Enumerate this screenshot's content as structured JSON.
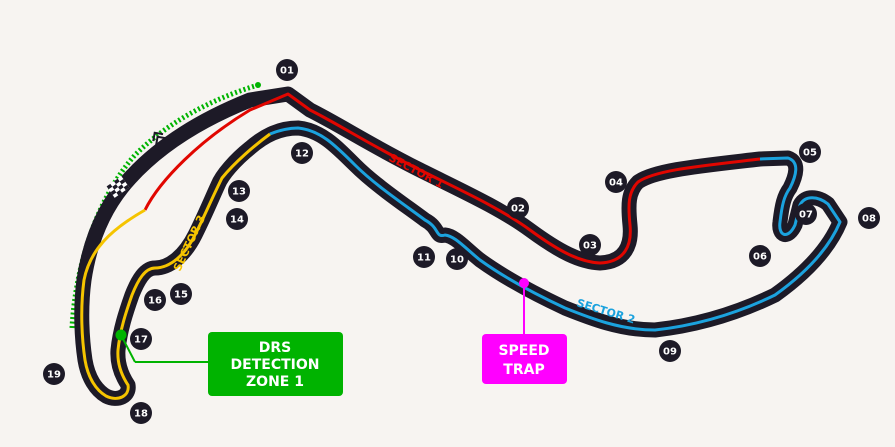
{
  "circuit": {
    "colors": {
      "background": "#f7f4f1",
      "track": "#1d1a27",
      "sector_1": "#e10600",
      "sector_2": "#1ba2de",
      "sector_3": "#f5c400",
      "drs": "#00b300",
      "speed_trap": "#ff00ff",
      "turn_marker": "#1d1a27",
      "turn_text": "#ffffff"
    },
    "sectors": {
      "s1": "SECTOR 1",
      "s2": "SECTOR 2",
      "s3": "SECTOR 3"
    },
    "turns": [
      "01",
      "02",
      "03",
      "04",
      "05",
      "06",
      "07",
      "08",
      "09",
      "10",
      "11",
      "12",
      "13",
      "14",
      "15",
      "16",
      "17",
      "18",
      "19"
    ],
    "drs_label": {
      "line1": "DRS",
      "line2": "DETECTION",
      "line3": "ZONE 1"
    },
    "speed_trap_label": {
      "line1": "SPEED",
      "line2": "TRAP"
    },
    "icons": [
      "start-finish-flag-icon",
      "direction-chevrons-icon"
    ]
  }
}
